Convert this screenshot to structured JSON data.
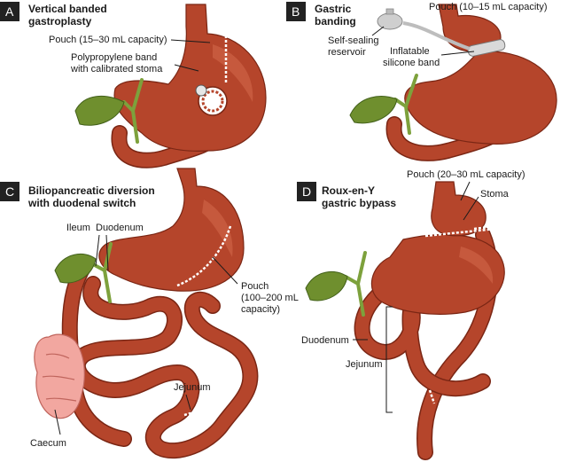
{
  "panels": {
    "a": {
      "letter": "A",
      "title_lines": [
        "Vertical banded",
        "gastroplasty"
      ],
      "labels": {
        "pouch": "Pouch (15–30 mL capacity)",
        "band_line1": "Polypropylene band",
        "band_line2": "with calibrated stoma"
      }
    },
    "b": {
      "letter": "B",
      "title_lines": [
        "Gastric",
        "banding"
      ],
      "labels": {
        "pouch": "Pouch (10–15 mL capacity)",
        "reservoir_line1": "Self-sealing",
        "reservoir_line2": "reservoir",
        "band_line1": "Inflatable",
        "band_line2": "silicone band"
      }
    },
    "c": {
      "letter": "C",
      "title_lines": [
        "Biliopancreatic diversion",
        "with duodenal switch"
      ],
      "labels": {
        "ileum": "Ileum",
        "duodenum": "Duodenum",
        "pouch_line1": "Pouch",
        "pouch_line2": "(100–200 mL",
        "pouch_line3": "capacity)",
        "jejunum": "Jejunum",
        "caecum": "Caecum"
      }
    },
    "d": {
      "letter": "D",
      "title_lines": [
        "Roux-en-Y",
        "gastric bypass"
      ],
      "labels": {
        "pouch": "Pouch (20–30 mL capacity)",
        "stoma": "Stoma",
        "duodenum": "Duodenum",
        "jejunum": "Jejunum"
      }
    }
  },
  "colors": {
    "stomach": "#b5452b",
    "gallbladder": "#6f8f2e",
    "caecum": "#f2a7a0",
    "badge": "#222222"
  }
}
